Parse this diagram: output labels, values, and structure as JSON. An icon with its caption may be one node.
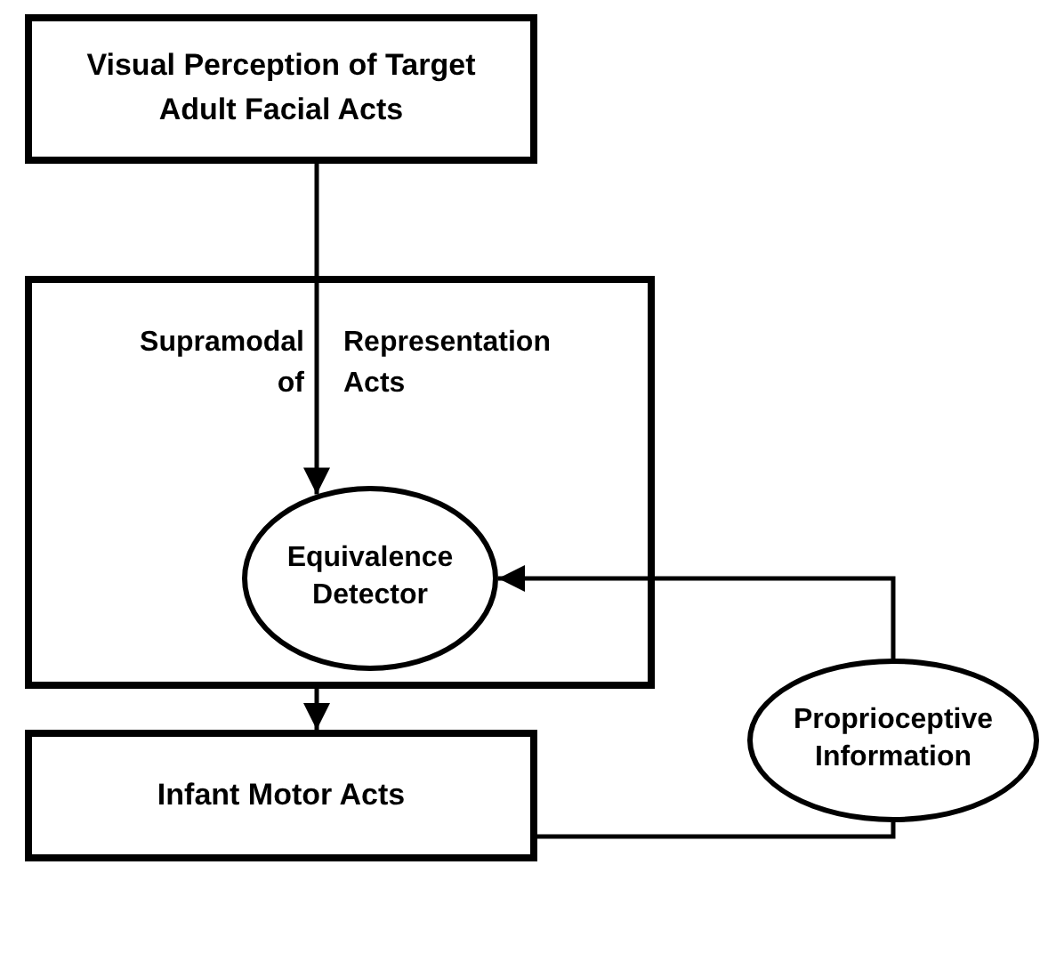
{
  "diagram": {
    "nodes": [
      {
        "text": [
          "Visual Perception of Target Adult Facial Acts"
        ]
      },
      {
        "text": [
          "Supramodal Representation of Acts"
        ]
      },
      {
        "text": [
          "Equivalence Detector"
        ],
        "in": 1
      },
      {
        "text": [
          "Proprioceptive Information"
        ]
      },
      {
        "text": [
          "Infant Motor Acts"
        ]
      }
    ],
    "edges": [
      {
        "from": 0,
        "to": 2,
        "arrow": "to"
      },
      {
        "from": 1,
        "to": 4,
        "arrow": "to"
      },
      {
        "from": 4,
        "to": 3,
        "arrow": "none"
      },
      {
        "from": 3,
        "to": 2,
        "arrow": "to"
      }
    ]
  }
}
